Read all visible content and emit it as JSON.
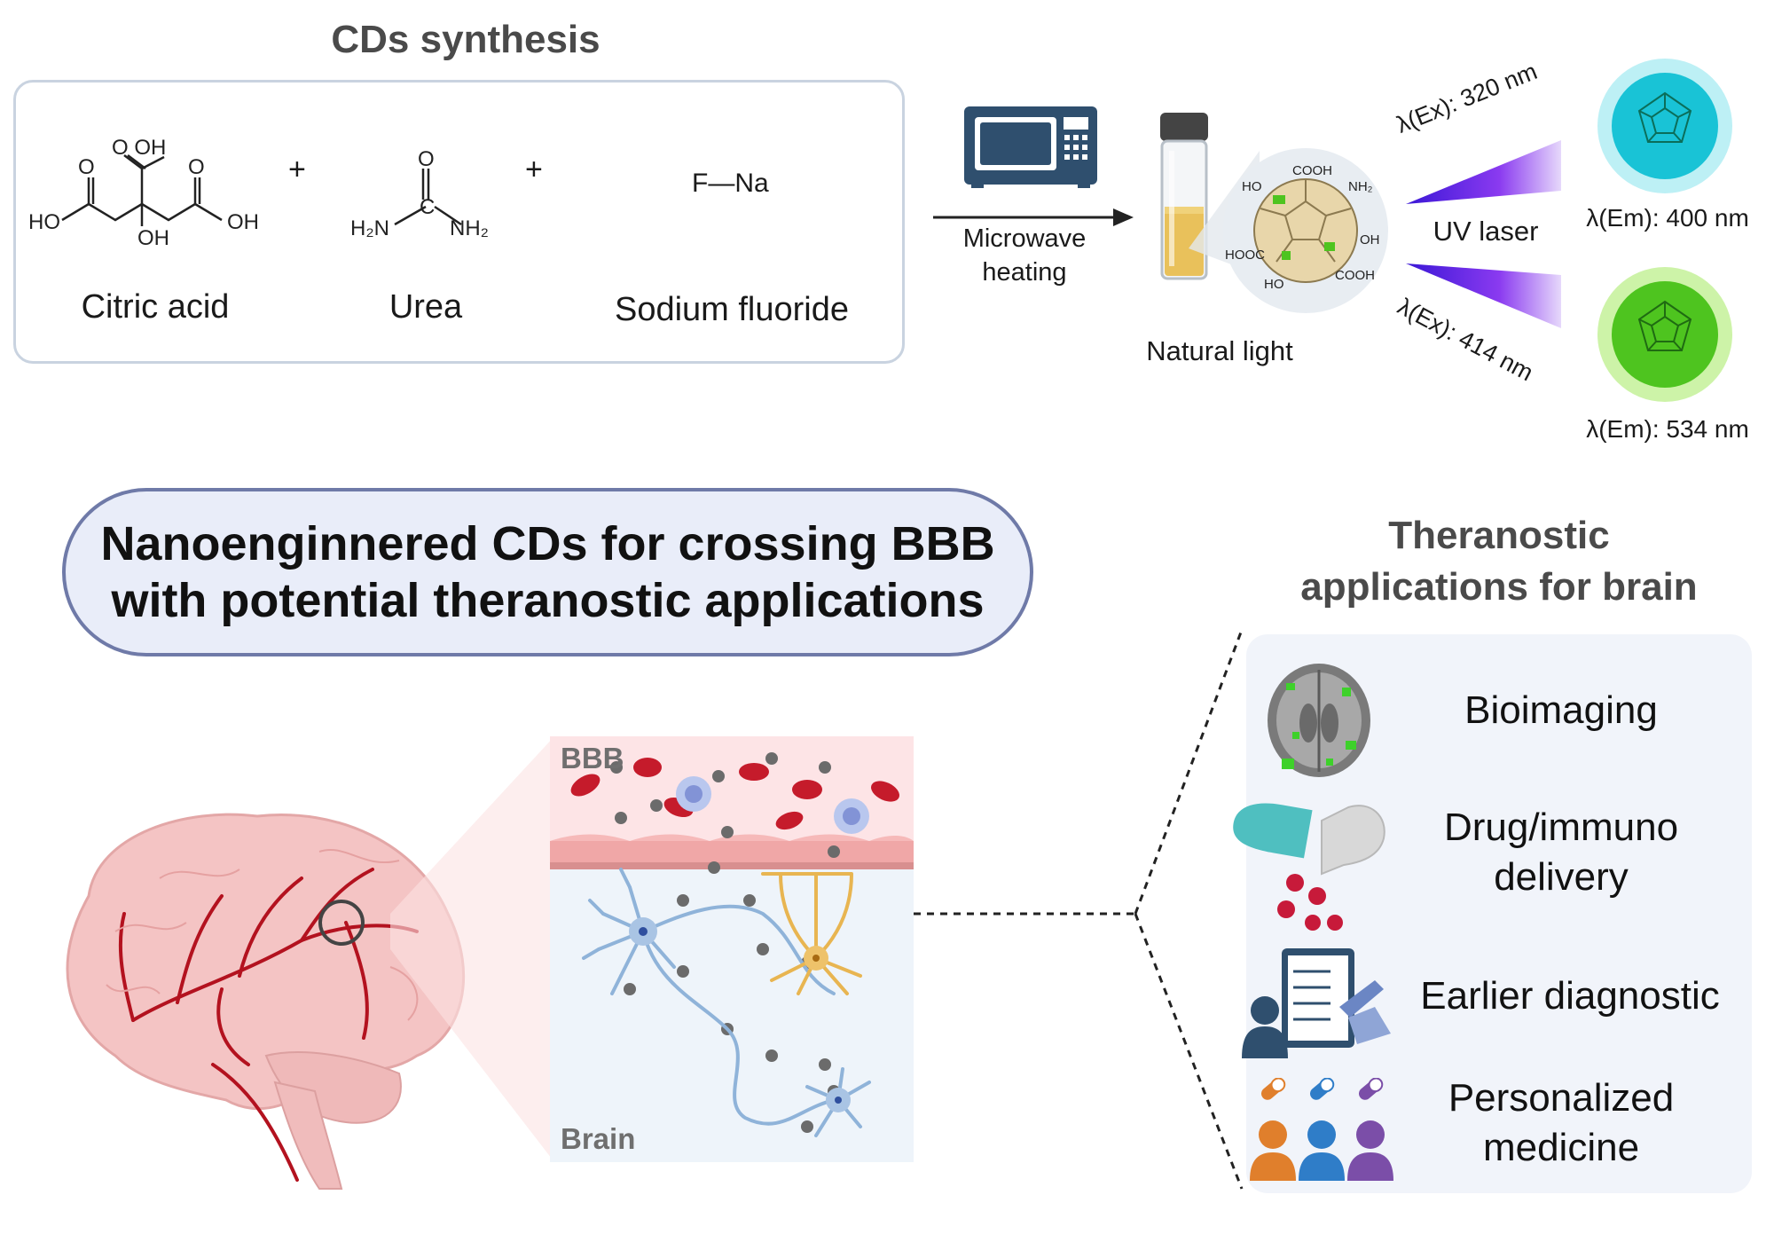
{
  "synthesis": {
    "title": "CDs synthesis",
    "compounds": [
      {
        "name": "Citric acid"
      },
      {
        "name": "Urea"
      },
      {
        "name": "Sodium fluoride"
      }
    ],
    "plus_sign": "+",
    "sodium_fluoride_formula": "F—Na",
    "citric_labels": {
      "oh_top": "O OH",
      "o_left": "O",
      "o_right": "O",
      "ho": "HO",
      "oh_right": "OH",
      "oh_bottom": "OH"
    },
    "urea_labels": {
      "o": "O",
      "c": "C",
      "h2n": "H₂N",
      "nh2": "NH₂"
    }
  },
  "process": {
    "microwave_label_line1": "Microwave",
    "microwave_label_line2": "heating",
    "natural_light_label": "Natural light",
    "uv_label": "UV laser",
    "excitation_1": "λ(Ex): 320 nm",
    "excitation_2": "λ(Ex): 414 nm",
    "emission_1": "λ(Em): 400 nm",
    "emission_2": "λ(Em): 534 nm",
    "cd_groups": [
      "COOH",
      "HO",
      "NH₂",
      "OH",
      "HOOC",
      "COOH",
      "HO"
    ]
  },
  "headline": {
    "line1": "Nanoenginnered CDs for crossing BBB",
    "line2": "with potential theranostic applications"
  },
  "bbb_panel": {
    "top_label": "BBB",
    "bottom_label": "Brain"
  },
  "theranostic": {
    "title_line1": "Theranostic",
    "title_line2": "applications for brain",
    "applications": [
      {
        "label": "Bioimaging",
        "icon": "brain-scan-icon"
      },
      {
        "label_line1": "Drug/immuno",
        "label_line2": "delivery",
        "icon": "capsule-icon"
      },
      {
        "label": "Earlier diagnostic",
        "icon": "clipboard-doctor-icon"
      },
      {
        "label_line1": "Personalized",
        "label_line2": "medicine",
        "icon": "people-pills-icon"
      }
    ]
  },
  "colors": {
    "cyan_dot": "#19c3d6",
    "green_dot": "#4ec41f",
    "uv_violet": "#7b2ff0",
    "vessel_red": "#b3121f",
    "brain_pink": "#f4c4c4",
    "neuron_blue": "#8fb3d9",
    "neuron_gold": "#e8b551"
  }
}
